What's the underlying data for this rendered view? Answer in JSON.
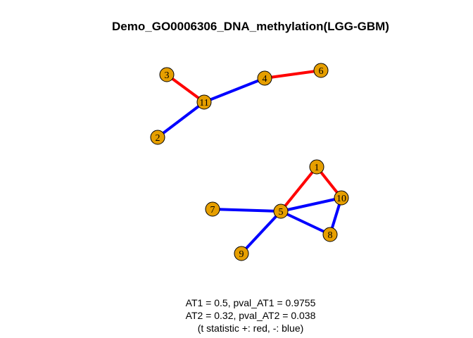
{
  "title": "Demo_GO0006306_DNA_methylation(LGG-GBM)",
  "colors": {
    "positive_edge": "#ff0000",
    "negative_edge": "#0000ff",
    "node_fill": "#e69f00",
    "node_stroke": "#000000"
  },
  "graph": {
    "nodes": [
      {
        "id": "1",
        "label": "1"
      },
      {
        "id": "2",
        "label": "2"
      },
      {
        "id": "3",
        "label": "3"
      },
      {
        "id": "4",
        "label": "4"
      },
      {
        "id": "5",
        "label": "5"
      },
      {
        "id": "6",
        "label": "6"
      },
      {
        "id": "7",
        "label": "7"
      },
      {
        "id": "8",
        "label": "8"
      },
      {
        "id": "9",
        "label": "9"
      },
      {
        "id": "10",
        "label": "10"
      },
      {
        "id": "11",
        "label": "11"
      }
    ],
    "edges": [
      {
        "source": "3",
        "target": "11",
        "sign": "positive"
      },
      {
        "source": "11",
        "target": "2",
        "sign": "negative"
      },
      {
        "source": "11",
        "target": "4",
        "sign": "negative"
      },
      {
        "source": "4",
        "target": "6",
        "sign": "positive"
      },
      {
        "source": "1",
        "target": "10",
        "sign": "positive"
      },
      {
        "source": "1",
        "target": "5",
        "sign": "positive"
      },
      {
        "source": "5",
        "target": "10",
        "sign": "negative"
      },
      {
        "source": "10",
        "target": "8",
        "sign": "negative"
      },
      {
        "source": "5",
        "target": "8",
        "sign": "negative"
      },
      {
        "source": "7",
        "target": "5",
        "sign": "negative"
      },
      {
        "source": "5",
        "target": "9",
        "sign": "negative"
      }
    ]
  },
  "caption": {
    "line1": "AT1 = 0.5, pval_AT1 = 0.9755",
    "line2": "AT2 = 0.32, pval_AT2 = 0.038",
    "line3": "(t statistic +: red, -: blue)"
  }
}
